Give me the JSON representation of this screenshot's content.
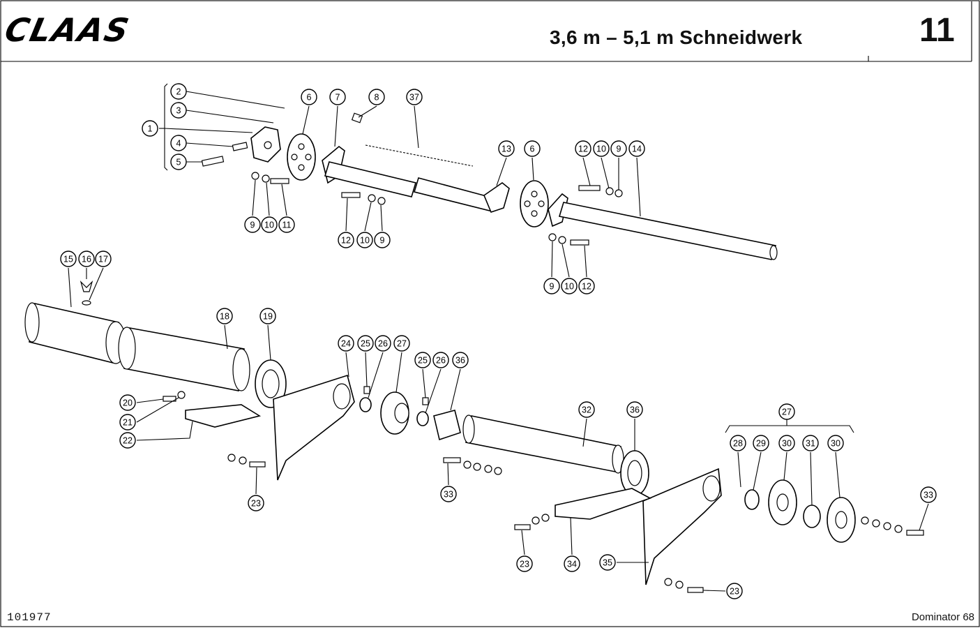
{
  "header": {
    "brand": "CLAAS",
    "title": "3,6 m – 5,1 m Schneidwerk",
    "page_number": "11"
  },
  "footer": {
    "document_number": "101977",
    "model": "Dominator 68"
  },
  "callouts": [
    "1",
    "2",
    "3",
    "4",
    "5",
    "6",
    "7",
    "8",
    "37",
    "9",
    "10",
    "11",
    "12",
    "10",
    "9",
    "13",
    "6",
    "12",
    "10",
    "9",
    "14",
    "9",
    "10",
    "12",
    "15",
    "16",
    "17",
    "18",
    "19",
    "20",
    "21",
    "22",
    "23",
    "24",
    "25",
    "26",
    "27",
    "25",
    "26",
    "36",
    "32",
    "36",
    "33",
    "27",
    "28",
    "29",
    "30",
    "31",
    "30",
    "33",
    "23",
    "34",
    "35",
    "23"
  ]
}
